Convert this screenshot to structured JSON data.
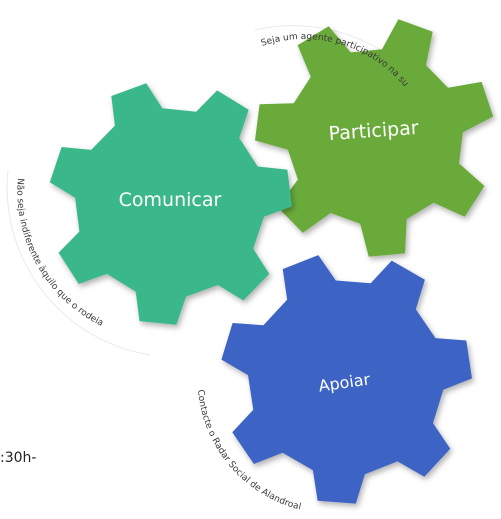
{
  "gears": {
    "comunicar": {
      "label": "Comunicar",
      "color": "#3bb88a"
    },
    "participar": {
      "label": "Participar",
      "color": "#6aaa3a"
    },
    "apoiar": {
      "label": "Apoiar",
      "color": "#3d64c4"
    }
  },
  "captions": {
    "participar": "Seja um agente participativo na sua comunidade",
    "comunicar": "Não seja indiferente àquilo que o rodeia",
    "apoiar": "Contacte o Radar Social de Alandroal"
  },
  "cut_text": ":30h-"
}
